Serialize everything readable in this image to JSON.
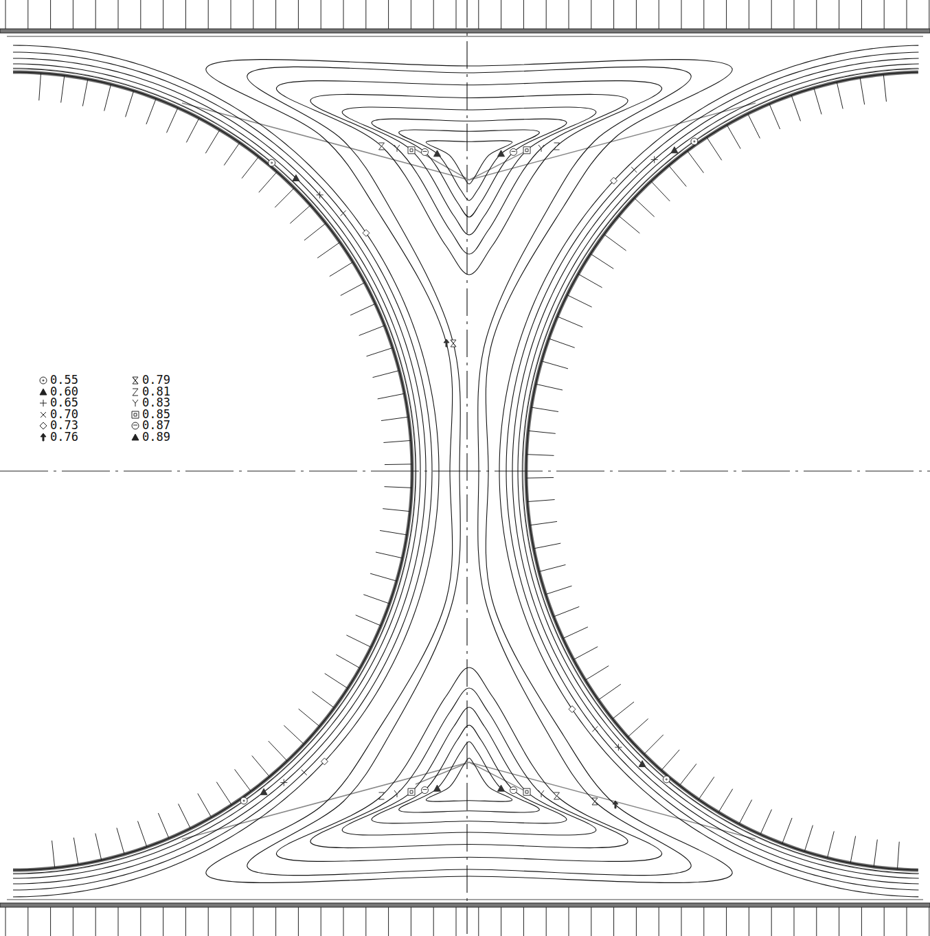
{
  "diagram": {
    "legend": [
      {
        "text": "0.55"
      },
      {
        "text": "0.60"
      },
      {
        "text": "0.65"
      },
      {
        "text": "0.70"
      },
      {
        "text": "0.73"
      },
      {
        "text": "0.76"
      },
      {
        "text": "0.79"
      },
      {
        "text": "0.81"
      },
      {
        "text": "0.83"
      },
      {
        "text": "0.85"
      },
      {
        "text": "0.87"
      },
      {
        "text": "0.89"
      }
    ]
  }
}
